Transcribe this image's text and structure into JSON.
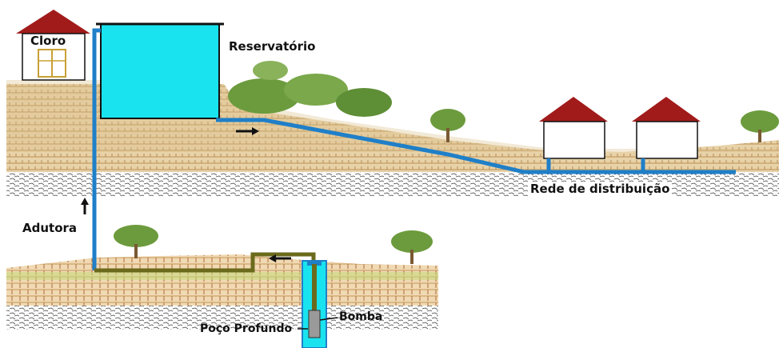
{
  "labels": {
    "cloro": "Cloro",
    "reservatorio": "Reservatório",
    "rede": "Rede de distribuição",
    "adutora": "Adutora",
    "poco": "Poço Profundo",
    "bomba": "Bomba"
  },
  "colors": {
    "pipe": "#1f7fc8",
    "reservoir": "#19e3ef",
    "roof": "#a11b1b",
    "ground": "#e6cfa4",
    "grass": "#c4d87a",
    "tree": "#6c9b3d",
    "olive_pipe": "#6b6a1c"
  }
}
